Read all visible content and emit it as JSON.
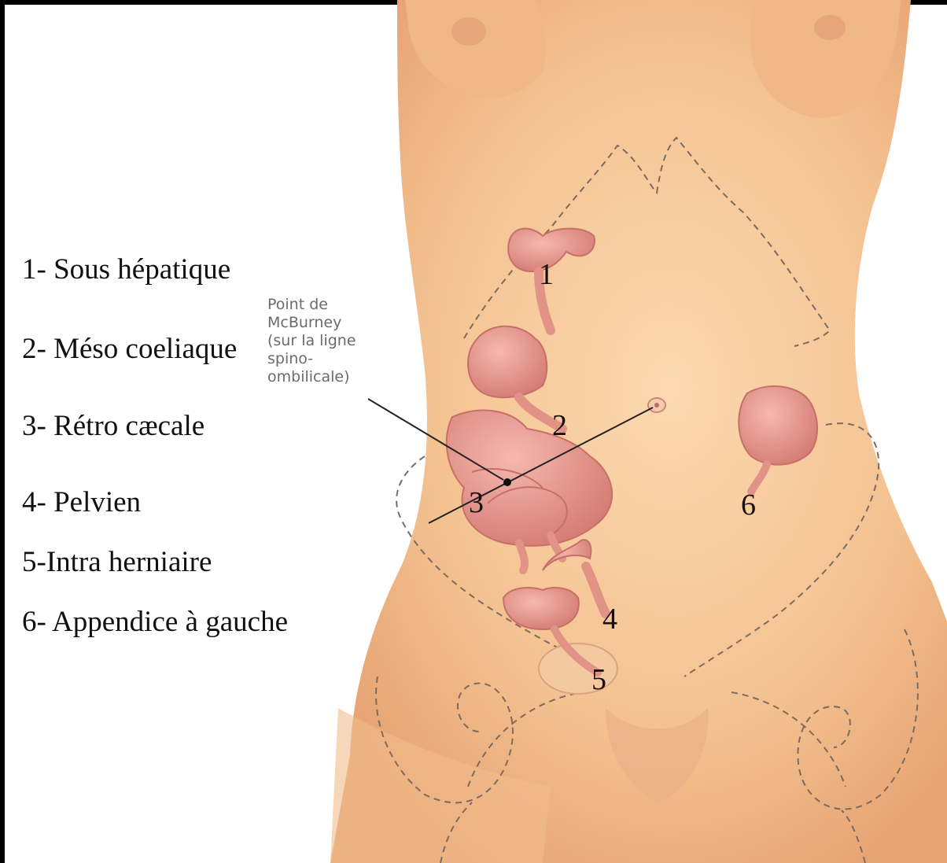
{
  "legend": [
    {
      "text": "1- Sous hépatique"
    },
    {
      "text": "2- Méso coeliaque"
    },
    {
      "text": "3- Rétro cæcale"
    },
    {
      "text": "4- Pelvien"
    },
    {
      "text": "5-Intra herniaire"
    },
    {
      "text": "6- Appendice à gauche"
    }
  ],
  "mcburney": {
    "lines": [
      "Point de",
      "McBurney",
      "(sur la ligne",
      "spino-",
      "ombilicale)"
    ]
  },
  "markers": [
    "1",
    "2",
    "3",
    "4",
    "5",
    "6"
  ],
  "colors": {
    "background": "#ffffff",
    "skin": "#f6c89a",
    "skin_shadow": "#e9a877",
    "appendix": "#ec9a90",
    "appendix_dark": "#c86f68",
    "outline": "#7d6b5e"
  }
}
